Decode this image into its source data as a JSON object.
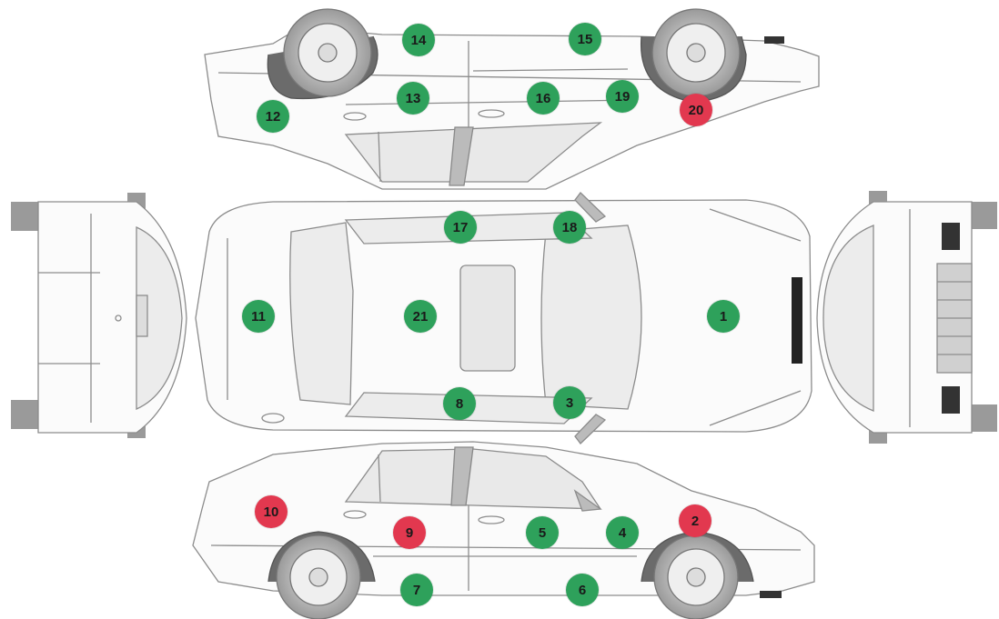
{
  "colors": {
    "ok": "#2ea15b",
    "damaged": "#e2384f"
  },
  "markers": [
    {
      "label": "1",
      "status": "ok"
    },
    {
      "label": "2",
      "status": "damaged"
    },
    {
      "label": "3",
      "status": "ok"
    },
    {
      "label": "4",
      "status": "ok"
    },
    {
      "label": "5",
      "status": "ok"
    },
    {
      "label": "6",
      "status": "ok"
    },
    {
      "label": "7",
      "status": "ok"
    },
    {
      "label": "8",
      "status": "ok"
    },
    {
      "label": "9",
      "status": "damaged"
    },
    {
      "label": "10",
      "status": "damaged"
    },
    {
      "label": "11",
      "status": "ok"
    },
    {
      "label": "12",
      "status": "ok"
    },
    {
      "label": "13",
      "status": "ok"
    },
    {
      "label": "14",
      "status": "ok"
    },
    {
      "label": "15",
      "status": "ok"
    },
    {
      "label": "16",
      "status": "ok"
    },
    {
      "label": "17",
      "status": "ok"
    },
    {
      "label": "18",
      "status": "ok"
    },
    {
      "label": "19",
      "status": "ok"
    },
    {
      "label": "20",
      "status": "damaged"
    },
    {
      "label": "21",
      "status": "ok"
    }
  ]
}
